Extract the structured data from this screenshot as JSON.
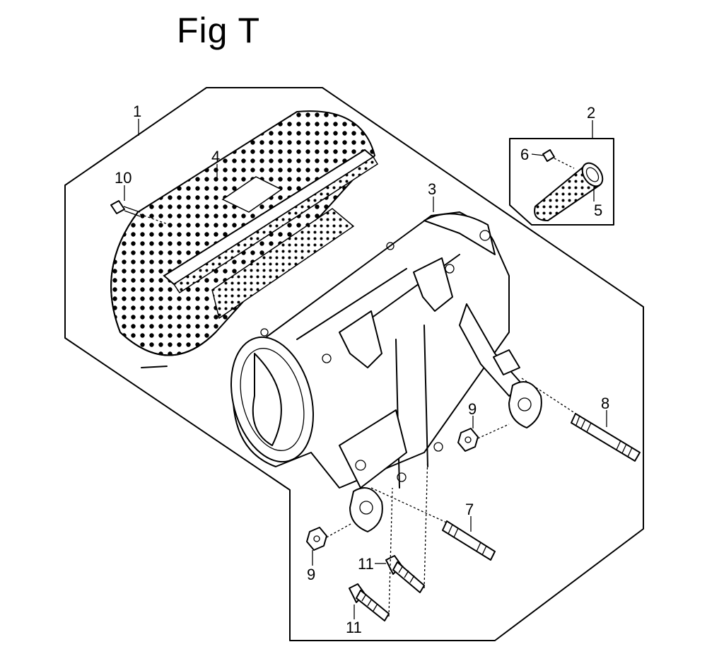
{
  "figure": {
    "title": "Fig T"
  },
  "callouts": [
    {
      "id": "c1",
      "text": "1",
      "part": "muffler-assembly"
    },
    {
      "id": "c2",
      "text": "2",
      "part": "spark-arrester-kit"
    },
    {
      "id": "c3",
      "text": "3",
      "part": "muffler"
    },
    {
      "id": "c4",
      "text": "4",
      "part": "muffler-protector"
    },
    {
      "id": "c5",
      "text": "5",
      "part": "spark-arrester"
    },
    {
      "id": "c6",
      "text": "6",
      "part": "screw"
    },
    {
      "id": "c7",
      "text": "7",
      "part": "stud-bolt"
    },
    {
      "id": "c8",
      "text": "8",
      "part": "stud-bolt"
    },
    {
      "id": "c9a",
      "text": "9",
      "part": "nut"
    },
    {
      "id": "c9b",
      "text": "9",
      "part": "nut"
    },
    {
      "id": "c10",
      "text": "10",
      "part": "bolt"
    },
    {
      "id": "c11a",
      "text": "11",
      "part": "flange-bolt"
    },
    {
      "id": "c11b",
      "text": "11",
      "part": "flange-bolt"
    }
  ]
}
